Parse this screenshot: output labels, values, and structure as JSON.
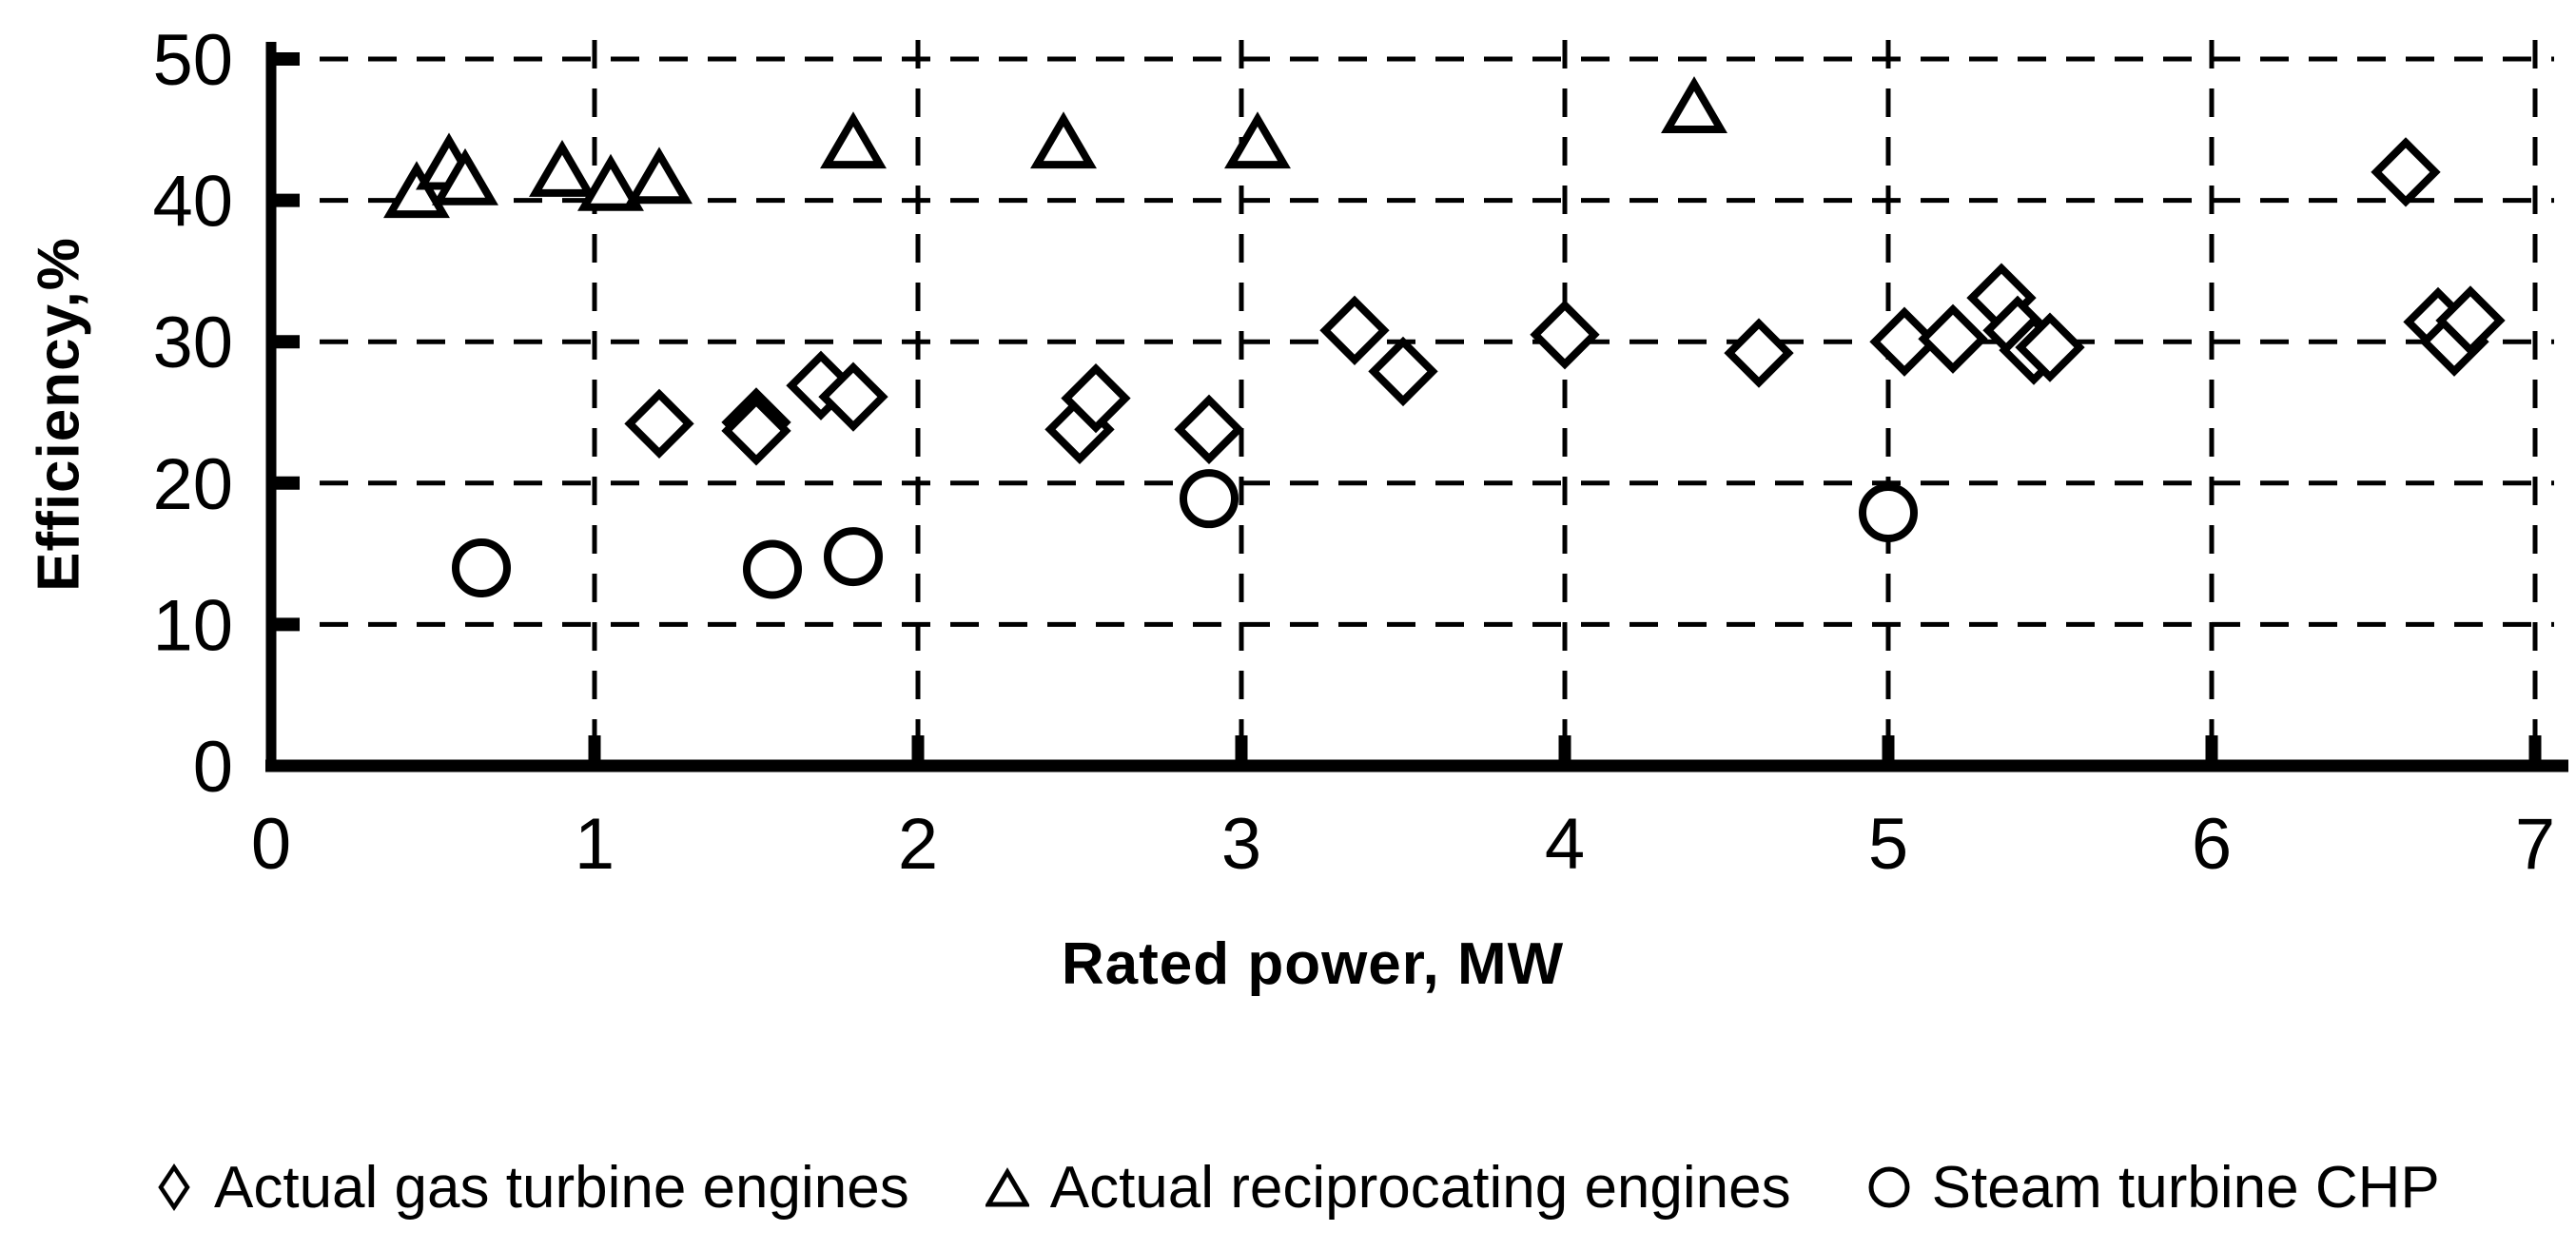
{
  "figure": {
    "background": "#ffffff",
    "ink_color": "#000000"
  },
  "chart_data": {
    "type": "scatter",
    "title": "",
    "xlabel": "Rated power, MW",
    "ylabel": "Efficiency,%",
    "xlim": [
      0,
      7
    ],
    "ylim": [
      0,
      50
    ],
    "x_ticks": [
      0,
      1,
      2,
      3,
      4,
      5,
      6,
      7
    ],
    "y_ticks": [
      0,
      10,
      20,
      30,
      40,
      50
    ],
    "grid": "dashed",
    "legend_position": "bottom",
    "series": [
      {
        "name": "Actual gas turbine engines",
        "marker": "diamond",
        "points": [
          [
            1.2,
            24.2
          ],
          [
            1.5,
            24.3
          ],
          [
            1.5,
            23.7
          ],
          [
            1.7,
            26.9
          ],
          [
            1.8,
            26.1
          ],
          [
            2.5,
            23.8
          ],
          [
            2.55,
            26.0
          ],
          [
            2.9,
            23.8
          ],
          [
            3.35,
            30.8
          ],
          [
            3.5,
            27.9
          ],
          [
            4.0,
            30.5
          ],
          [
            4.6,
            29.2
          ],
          [
            5.05,
            30.0
          ],
          [
            5.2,
            30.2
          ],
          [
            5.35,
            33.1
          ],
          [
            5.4,
            30.8
          ],
          [
            5.45,
            29.4
          ],
          [
            5.5,
            29.6
          ],
          [
            6.6,
            42.0
          ],
          [
            6.7,
            31.4
          ],
          [
            6.75,
            30.0
          ],
          [
            6.8,
            31.5
          ]
        ]
      },
      {
        "name": "Actual reciprocating engines",
        "marker": "triangle",
        "points": [
          [
            0.45,
            40.5
          ],
          [
            0.55,
            42.5
          ],
          [
            0.6,
            41.4
          ],
          [
            0.9,
            42.0
          ],
          [
            1.05,
            41.0
          ],
          [
            1.2,
            41.5
          ],
          [
            1.8,
            44.0
          ],
          [
            2.45,
            44.0
          ],
          [
            3.05,
            44.0
          ],
          [
            4.4,
            46.5
          ]
        ]
      },
      {
        "name": "Steam turbine CHP",
        "marker": "circle",
        "points": [
          [
            0.65,
            14.0
          ],
          [
            1.55,
            13.9
          ],
          [
            1.8,
            14.8
          ],
          [
            2.9,
            18.9
          ],
          [
            5.0,
            17.9
          ]
        ]
      }
    ]
  },
  "legend": {
    "items": [
      {
        "label": "Actual gas turbine engines",
        "icon": "diamond-icon"
      },
      {
        "label": "Actual reciprocating engines",
        "icon": "triangle-icon"
      },
      {
        "label": "Steam turbine CHP",
        "icon": "circle-icon"
      }
    ]
  }
}
